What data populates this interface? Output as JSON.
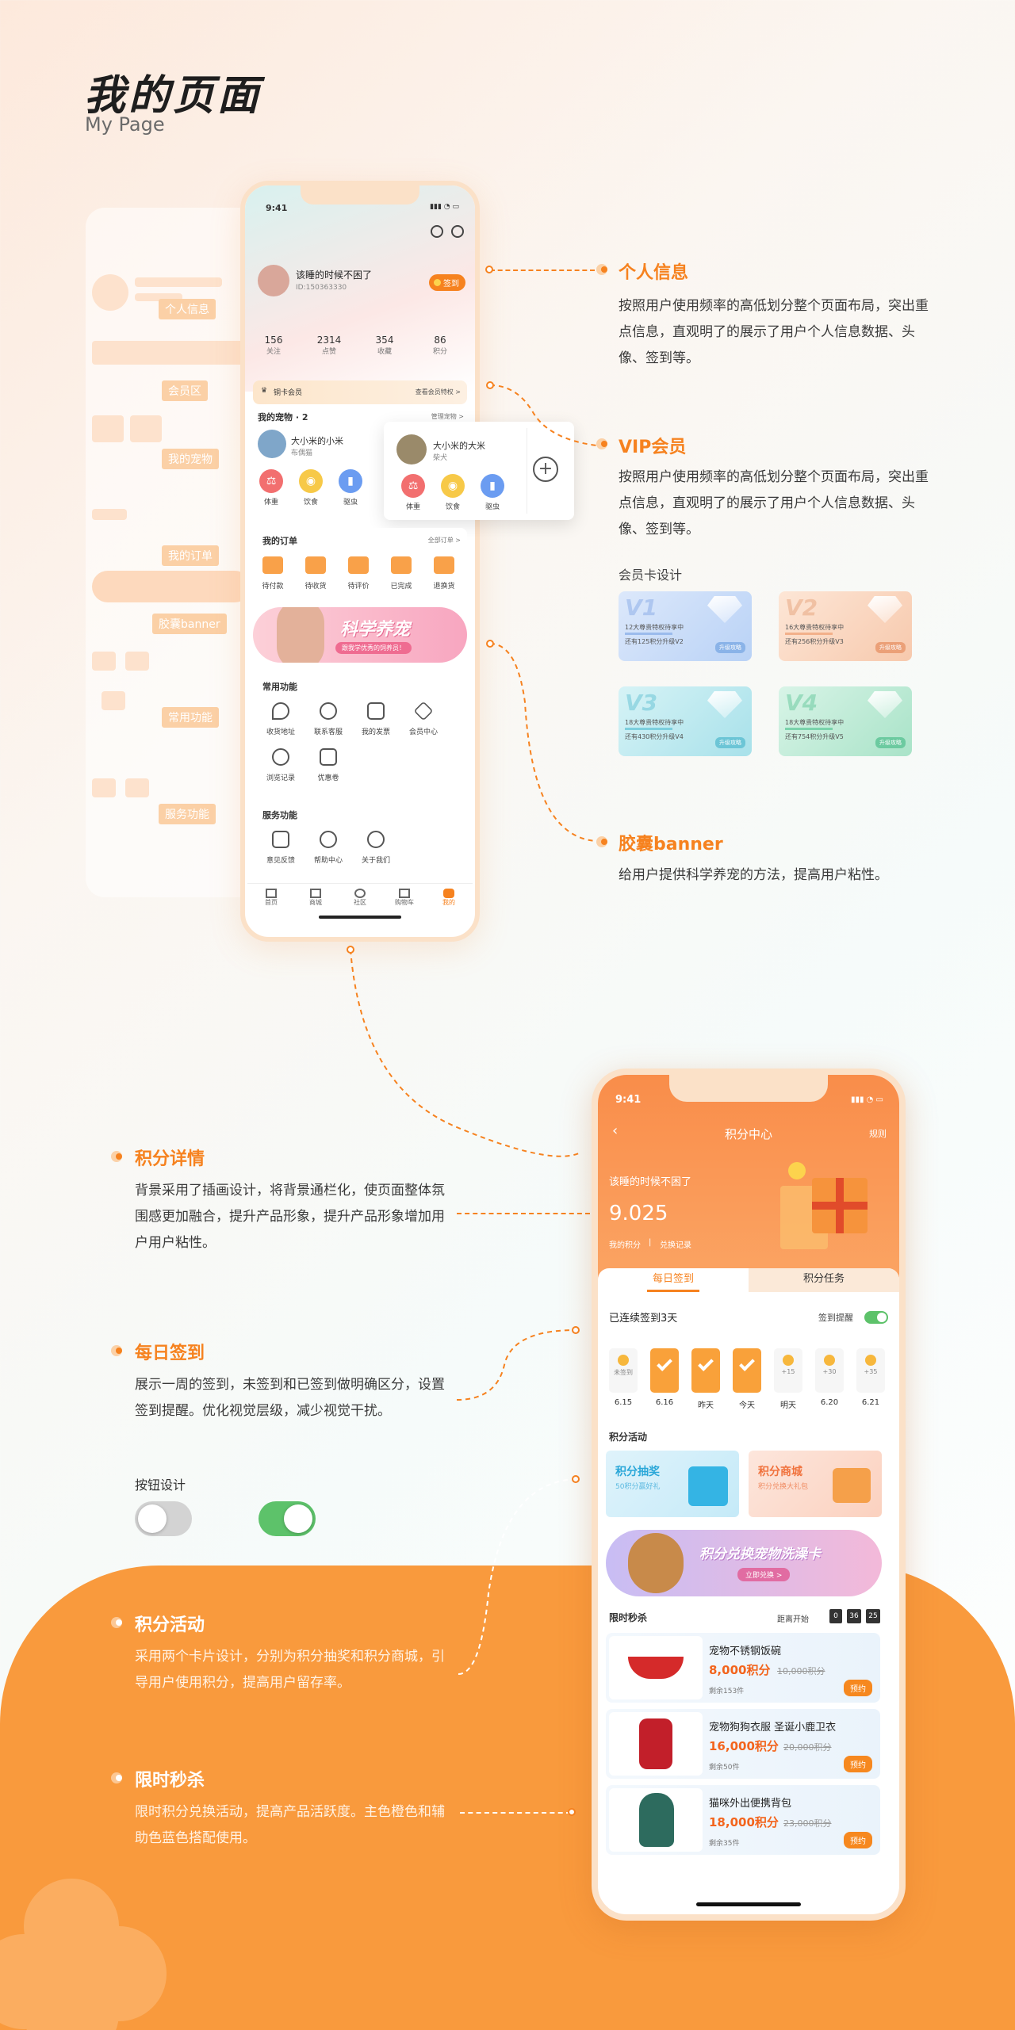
{
  "page": {
    "title": "我的页面",
    "subtitle": "My Page"
  },
  "skeleton": {
    "tags": [
      "个人信息",
      "会员区",
      "我的宠物",
      "我的订单",
      "胶囊banner",
      "常用功能",
      "服务功能"
    ]
  },
  "phone1": {
    "status_time": "9:41",
    "profile": {
      "name": "该睡的时候不困了",
      "id": "ID:150363330",
      "checkin": "签到"
    },
    "stats": [
      {
        "value": "156",
        "label": "关注"
      },
      {
        "value": "2314",
        "label": "点赞"
      },
      {
        "value": "354",
        "label": "收藏"
      },
      {
        "value": "86",
        "label": "积分"
      }
    ],
    "vip": {
      "label": "铜卡会员",
      "link": "查看会员特权 >"
    },
    "pets": {
      "title": "我的宠物 · 2",
      "manage": "管理宠物 >",
      "items": [
        {
          "name": "大小米的小米",
          "breed": "布偶猫",
          "actions": [
            "体重",
            "饮食",
            "驱虫"
          ]
        },
        {
          "name": "大小米的大米",
          "breed": "柴犬",
          "actions": [
            "体重",
            "饮食",
            "驱虫"
          ]
        }
      ]
    },
    "orders": {
      "title": "我的订单",
      "all": "全部订单 >",
      "items": [
        "待付款",
        "待收货",
        "待评价",
        "已完成",
        "退换货"
      ]
    },
    "banner": {
      "title": "科学养宠",
      "sub": "跟我学优秀的饲养员！"
    },
    "common": {
      "title": "常用功能",
      "items": [
        "收货地址",
        "联系客服",
        "我的发票",
        "会员中心",
        "浏览记录",
        "优惠卷"
      ]
    },
    "service": {
      "title": "服务功能",
      "items": [
        "意见反馈",
        "帮助中心",
        "关于我们"
      ]
    },
    "tabbar": [
      "首页",
      "商城",
      "社区",
      "购物车",
      "我的"
    ]
  },
  "annotations": {
    "personal": {
      "title": "个人信息",
      "desc": "按照用户使用频率的高低划分整个页面布局，突出重点信息，直观明了的展示了用户个人信息数据、头像、签到等。"
    },
    "vip": {
      "title": "VIP会员",
      "desc": "按照用户使用频率的高低划分整个页面布局，突出重点信息，直观明了的展示了用户个人信息数据、头像、签到等。",
      "card_label": "会员卡设计",
      "cards": [
        {
          "level": "V1",
          "l1": "12大尊贵特权待享中",
          "l2": "还有125积分升级V2",
          "btn": "升级攻略"
        },
        {
          "level": "V2",
          "l1": "16大尊贵特权待享中",
          "l2": "还有256积分升级V3",
          "btn": "升级攻略"
        },
        {
          "level": "V3",
          "l1": "18大尊贵特权待享中",
          "l2": "还有430积分升级V4",
          "btn": "升级攻略"
        },
        {
          "level": "V4",
          "l1": "18大尊贵特权待享中",
          "l2": "还有754积分升级V5",
          "btn": "升级攻略"
        }
      ]
    },
    "banner": {
      "title": "胶囊banner",
      "desc": "给用户提供科学养宠的方法，提高用户粘性。"
    },
    "points_detail": {
      "title": "积分详情",
      "desc": "背景采用了插画设计，将背景通栏化，使页面整体氛围感更加融合，提升产品形象，提升产品形象增加用户用户粘性。"
    },
    "daily": {
      "title": "每日签到",
      "desc": "展示一周的签到，未签到和已签到做明确区分，设置签到提醒。优化视觉层级，减少视觉干扰。",
      "btn_label": "按钮设计"
    },
    "activity": {
      "title": "积分活动",
      "desc": "采用两个卡片设计，分别为积分抽奖和积分商城，引导用户使用积分，提高用户留存率。"
    },
    "flash": {
      "title": "限时秒杀",
      "desc": "限时积分兑换活动，提高产品活跃度。主色橙色和辅助色蓝色搭配使用。"
    }
  },
  "phone2": {
    "status_time": "9:41",
    "nav": {
      "title": "积分中心",
      "rules": "规则"
    },
    "user": "该睡的时候不困了",
    "points": "9.025",
    "links": [
      "我的积分",
      "兑换记录"
    ],
    "tabs": [
      "每日签到",
      "积分任务"
    ],
    "streak": "已连续签到3天",
    "remind": "签到提醒",
    "days": [
      {
        "top": "未签到",
        "date": "6.15",
        "state": "miss"
      },
      {
        "top": "",
        "date": "6.16",
        "state": "done"
      },
      {
        "top": "",
        "date": "昨天",
        "state": "done"
      },
      {
        "top": "",
        "date": "今天",
        "state": "done"
      },
      {
        "top": "+15",
        "date": "明天",
        "state": "future"
      },
      {
        "top": "+30",
        "date": "6.20",
        "state": "future"
      },
      {
        "top": "+35",
        "date": "6.21",
        "state": "future"
      }
    ],
    "activity": {
      "title": "积分活动",
      "lottery": {
        "title": "积分抽奖",
        "sub": "50积分赢好礼"
      },
      "mall": {
        "title": "积分商城",
        "sub": "积分兑换大礼包"
      }
    },
    "banner": {
      "title": "积分兑换宠物洗澡卡",
      "btn": "立即兑换 >"
    },
    "flash": {
      "title": "限时秒杀",
      "start": "距离开始",
      "timer": [
        "0",
        "36",
        "25"
      ],
      "items": [
        {
          "name": "宠物不锈钢饭碗",
          "points": "8,000积分",
          "old": "10,000积分",
          "left": "剩余153件",
          "btn": "预约"
        },
        {
          "name": "宠物狗狗衣服 圣诞小鹿卫衣",
          "points": "16,000积分",
          "old": "20,000积分",
          "left": "剩余50件",
          "btn": "预约"
        },
        {
          "name": "猫咪外出便携背包",
          "points": "18,000积分",
          "old": "23,000积分",
          "left": "剩余35件",
          "btn": "预约"
        }
      ]
    }
  }
}
